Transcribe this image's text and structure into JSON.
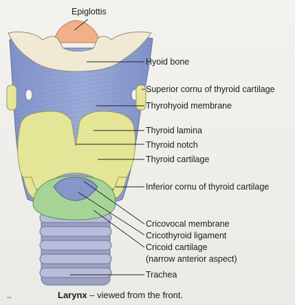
{
  "labels": {
    "epiglottis": "Epiglottis",
    "hyoid_bone": "Hyoid bone",
    "superior_cornu": "Superior cornu of thyroid cartilage",
    "thyrohyoid_membrane": "Thyrohyoid membrane",
    "thyroid_lamina": "Thyroid lamina",
    "thyroid_notch": "Thyroid notch",
    "thyroid_cartilage": "Thyroid cartilage",
    "inferior_cornu": "Inferior cornu of thyroid cartilage",
    "cricovocal_membrane": "Cricovocal membrane",
    "cricothyroid_ligament": "Cricothyroid ligament",
    "cricoid_cartilage": "Cricoid cartilage",
    "cricoid_note": "(narrow anterior aspect)",
    "trachea": "Trachea"
  },
  "caption": {
    "title": "Larynx",
    "subtitle": " – viewed from the front."
  },
  "colors": {
    "membrane": "#8e9fd0",
    "thyroid": "#e5e69a",
    "hyoid": "#f0ead2",
    "epiglottis": "#f2b48a",
    "cricoid": "#a9d59a",
    "trachea": "#a7adca"
  }
}
